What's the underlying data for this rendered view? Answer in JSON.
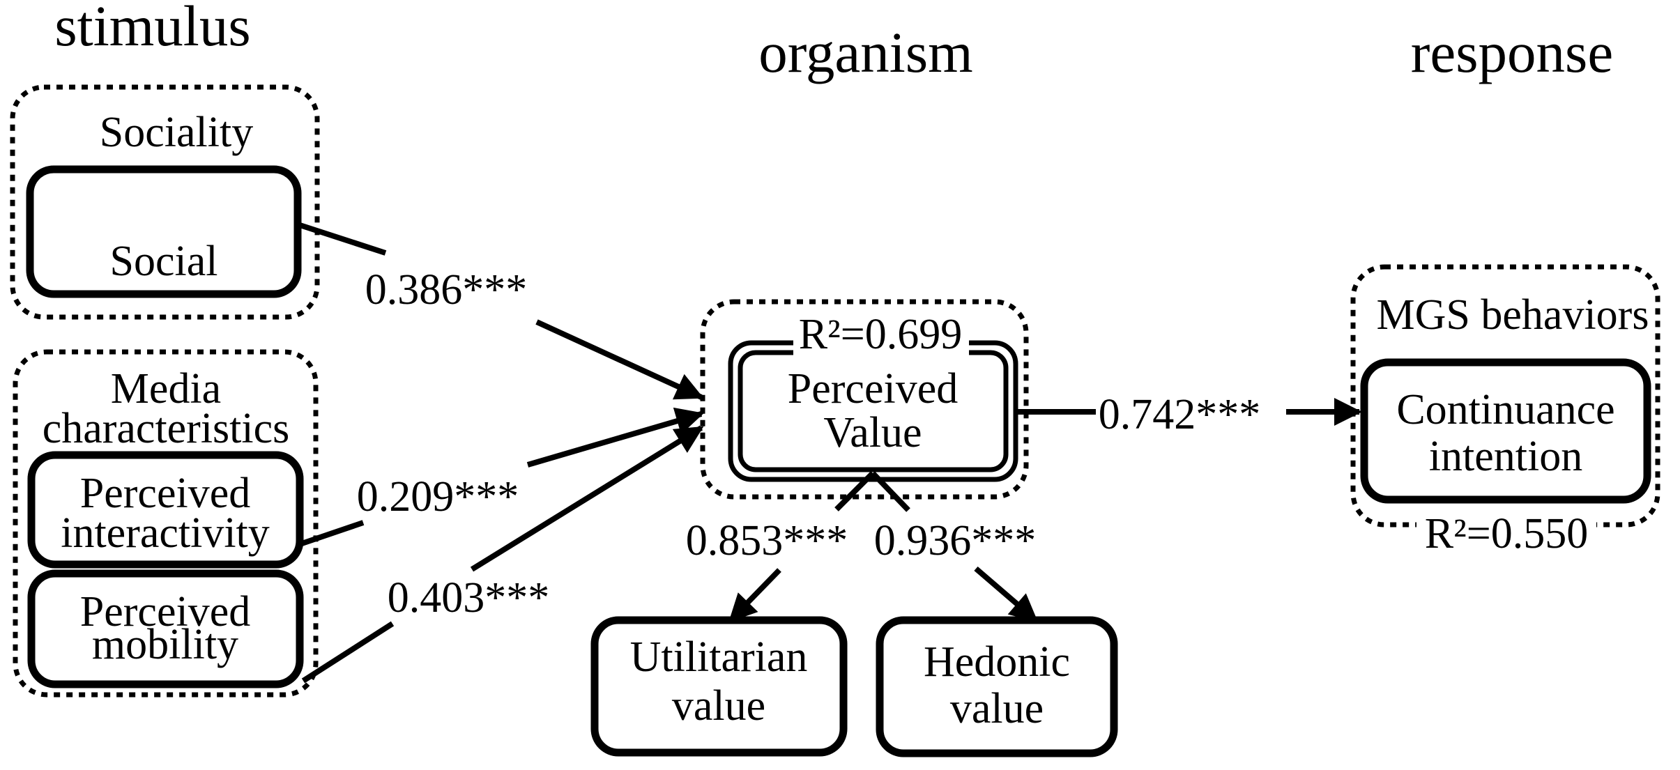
{
  "figure": {
    "framework_stages": {
      "stimulus": "stimulus",
      "organism": "organism",
      "response": "response"
    },
    "groups": {
      "sociality": {
        "title": "Sociality"
      },
      "media_characteristics": {
        "title_line1": "Media",
        "title_line2": "characteristics"
      },
      "perceived_value": {
        "r_squared": "R²=0.699"
      },
      "mgs_behaviors": {
        "title": "MGS behaviors",
        "r_squared": "R²=0.550"
      }
    },
    "constructs": {
      "social": {
        "label": "Social"
      },
      "perceived_interactivity": {
        "line1": "Perceived",
        "line2": "interactivity"
      },
      "perceived_mobility": {
        "line1": "Perceived",
        "line2": "mobility"
      },
      "perceived_value": {
        "line1": "Perceived",
        "line2": "Value"
      },
      "continuance_intention": {
        "line1": "Continuance",
        "line2": "intention"
      },
      "utilitarian_value": {
        "line1": "Utilitarian",
        "line2": "value"
      },
      "hedonic_value": {
        "line1": "Hedonic",
        "line2": "value"
      }
    },
    "path_coefficients": {
      "social_to_perceived_value": "0.386***",
      "interactivity_to_perceived_value": "0.209***",
      "mobility_to_perceived_value": "0.403***",
      "perceived_value_to_continuance": "0.742***",
      "perceived_value_to_utilitarian": "0.853***",
      "perceived_value_to_hedonic": "0.936***"
    },
    "colors": {
      "ink": "#000000",
      "background": "#ffffff"
    }
  }
}
